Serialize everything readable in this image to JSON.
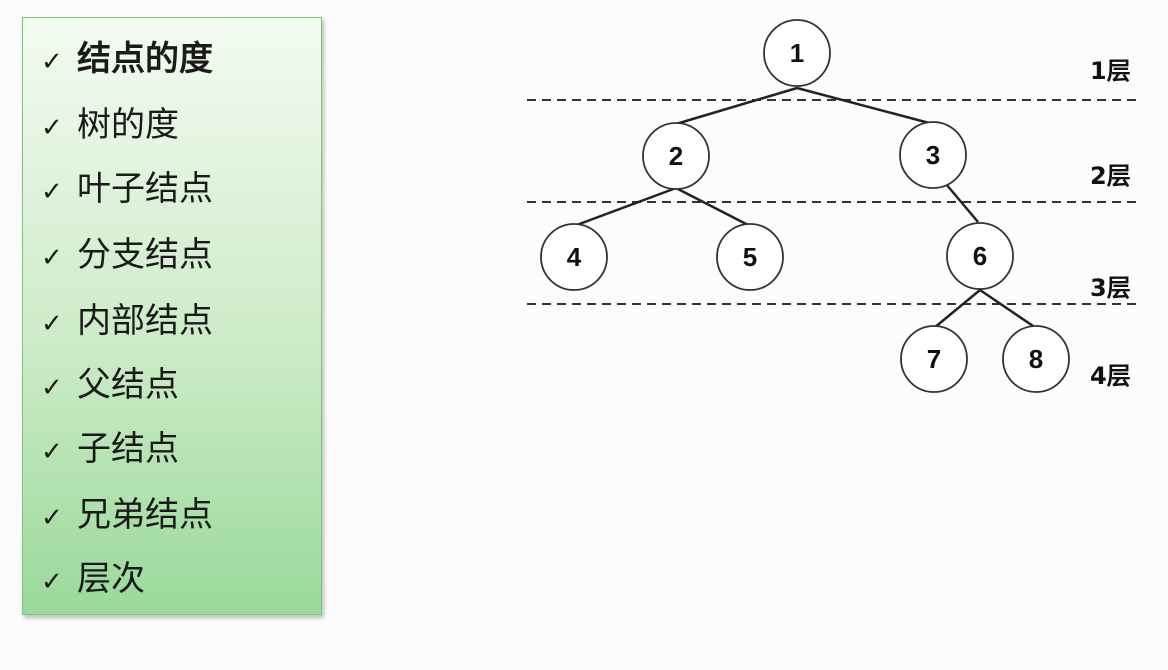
{
  "terms": [
    {
      "label": "结点的度",
      "bold": true
    },
    {
      "label": "树的度",
      "bold": false
    },
    {
      "label": "叶子结点",
      "bold": false
    },
    {
      "label": "分支结点",
      "bold": false
    },
    {
      "label": "内部结点",
      "bold": false
    },
    {
      "label": "父结点",
      "bold": false
    },
    {
      "label": "子结点",
      "bold": false
    },
    {
      "label": "兄弟结点",
      "bold": false
    },
    {
      "label": "层次",
      "bold": false
    }
  ],
  "check_mark": "✓",
  "tree": {
    "nodes": [
      {
        "id": "1",
        "label": "1",
        "level": 1
      },
      {
        "id": "2",
        "label": "2",
        "level": 2
      },
      {
        "id": "3",
        "label": "3",
        "level": 2
      },
      {
        "id": "4",
        "label": "4",
        "level": 3
      },
      {
        "id": "5",
        "label": "5",
        "level": 3
      },
      {
        "id": "6",
        "label": "6",
        "level": 3
      },
      {
        "id": "7",
        "label": "7",
        "level": 4
      },
      {
        "id": "8",
        "label": "8",
        "level": 4
      }
    ],
    "edges": [
      {
        "from": "1",
        "to": "2"
      },
      {
        "from": "1",
        "to": "3"
      },
      {
        "from": "2",
        "to": "4"
      },
      {
        "from": "2",
        "to": "5"
      },
      {
        "from": "3",
        "to": "6"
      },
      {
        "from": "6",
        "to": "7"
      },
      {
        "from": "6",
        "to": "8"
      }
    ],
    "levels": [
      "1层",
      "2层",
      "3层",
      "4层"
    ]
  },
  "colors": {
    "panel_border": "#7cc57c",
    "node_stroke": "#333333",
    "edge": "#222222",
    "dash": "#333333"
  }
}
